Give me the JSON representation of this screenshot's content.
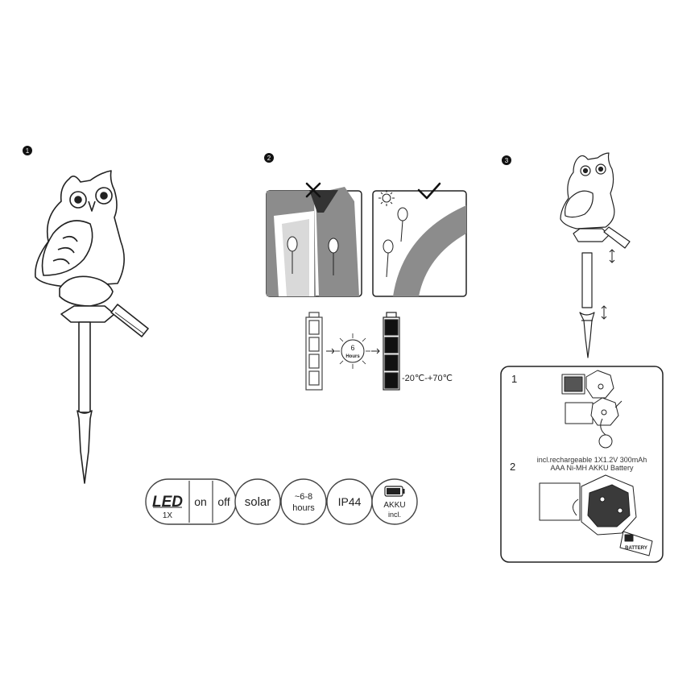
{
  "steps": {
    "step1": "1",
    "step2": "2",
    "step3": "3"
  },
  "charge_panel": {
    "hours_number": "6",
    "hours_word": "Hours",
    "temperature_range": "-20℃-+70℃"
  },
  "icons_row": {
    "led_main": "LED",
    "led_count": "1X",
    "on": "on",
    "off": "off",
    "solar": "solar",
    "hours_top": "~6-8",
    "hours_bottom": "hours",
    "ip": "IP44",
    "akku_top": "AKKU",
    "akku_bottom": "incl."
  },
  "battery_box": {
    "sub1": "1",
    "sub2": "2",
    "note_line1": "incl.rechargeable 1X1.2V 300mAh",
    "note_line2": "AAA Ni-MH AKKU Battery",
    "battery_label": "BATTERY"
  }
}
